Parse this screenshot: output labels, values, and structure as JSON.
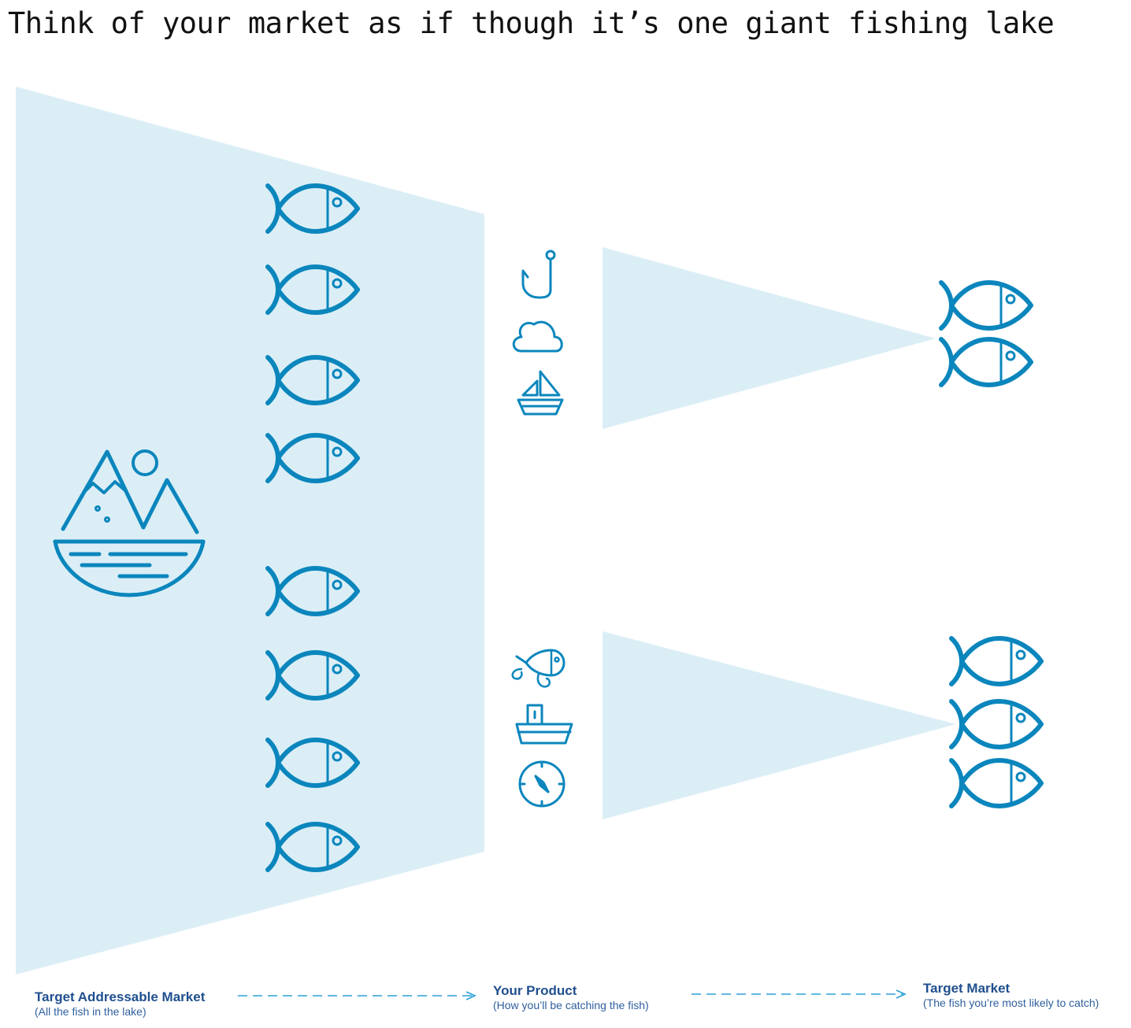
{
  "title": "Think of your market as if though it’s one giant fishing lake",
  "colors": {
    "funnel_fill": "#dbeef6",
    "icon_stroke": "#0b86bd",
    "label_main": "#1f4f8e",
    "arrow": "#2a9fd6"
  },
  "stages": [
    {
      "label": "Target Addressable Market",
      "sublabel": "(All the fish in the lake)"
    },
    {
      "label": "Your Product",
      "sublabel": "(How you’ll be catching the fish)"
    },
    {
      "label": "Target Market",
      "sublabel": "(The fish you’re most likely to catch)"
    }
  ],
  "icons": {
    "lake": "lake-mountains-icon",
    "fish": "fish-icon",
    "product_group_1": [
      "fishing-hook-icon",
      "cloud-icon",
      "sailboat-icon"
    ],
    "product_group_2": [
      "fishing-lure-icon",
      "fishing-boat-icon",
      "compass-icon"
    ]
  },
  "counts": {
    "fish_in_lake": 8,
    "fish_caught_group_1": 2,
    "fish_caught_group_2": 3
  }
}
